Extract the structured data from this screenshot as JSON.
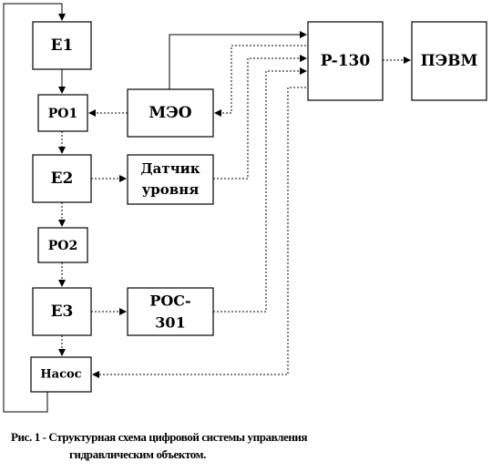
{
  "blocks": {
    "e1": "E1",
    "ro1": "PO1",
    "e2": "E2",
    "ro2": "PO2",
    "e3": "E3",
    "nasos": "Насос",
    "meo": "МЭО",
    "datchik_line1": "Датчик",
    "datchik_line2": "уровня",
    "ros_line1": "РОС-",
    "ros_line2": "301",
    "r130": "P-130",
    "pevm": "ПЭВМ"
  },
  "caption": {
    "line1": "Рис. 1 - Структурная схема цифровой системы управления",
    "line2": "гидравлическим объектом."
  }
}
